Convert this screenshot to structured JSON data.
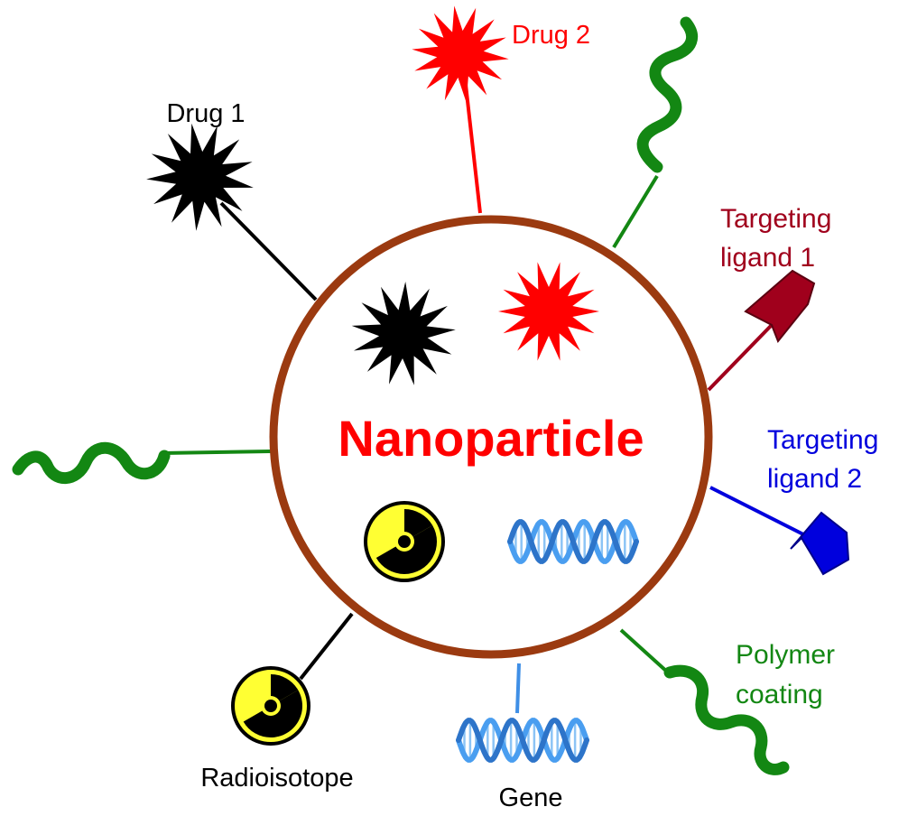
{
  "title": "Nanoparticle",
  "labels": {
    "drug1": "Drug 1",
    "drug2": "Drug 2",
    "ligand1_line1": "Targeting",
    "ligand1_line2": "ligand 1",
    "ligand2_line1": "Targeting",
    "ligand2_line2": "ligand 2",
    "polymer_line1": "Polymer",
    "polymer_line2": "coating",
    "gene": "Gene",
    "radioisotope": "Radioisotope"
  },
  "colors": {
    "shell": "#9b3a10",
    "title": "#ff0000",
    "drug1": "#000000",
    "drug2": "#ff0000",
    "ligand1": "#a0001c",
    "ligand2": "#0000dd",
    "polymer": "#138713",
    "gene": "#3f8fe6",
    "radio_fill": "#ffff33",
    "radio_mark": "#000000"
  },
  "icons": {
    "drug": "starburst-icon",
    "ligand": "arrow-icon",
    "polymer": "wavy-chain-icon",
    "gene": "dna-helix-icon",
    "radioisotope": "radiation-symbol-icon"
  }
}
